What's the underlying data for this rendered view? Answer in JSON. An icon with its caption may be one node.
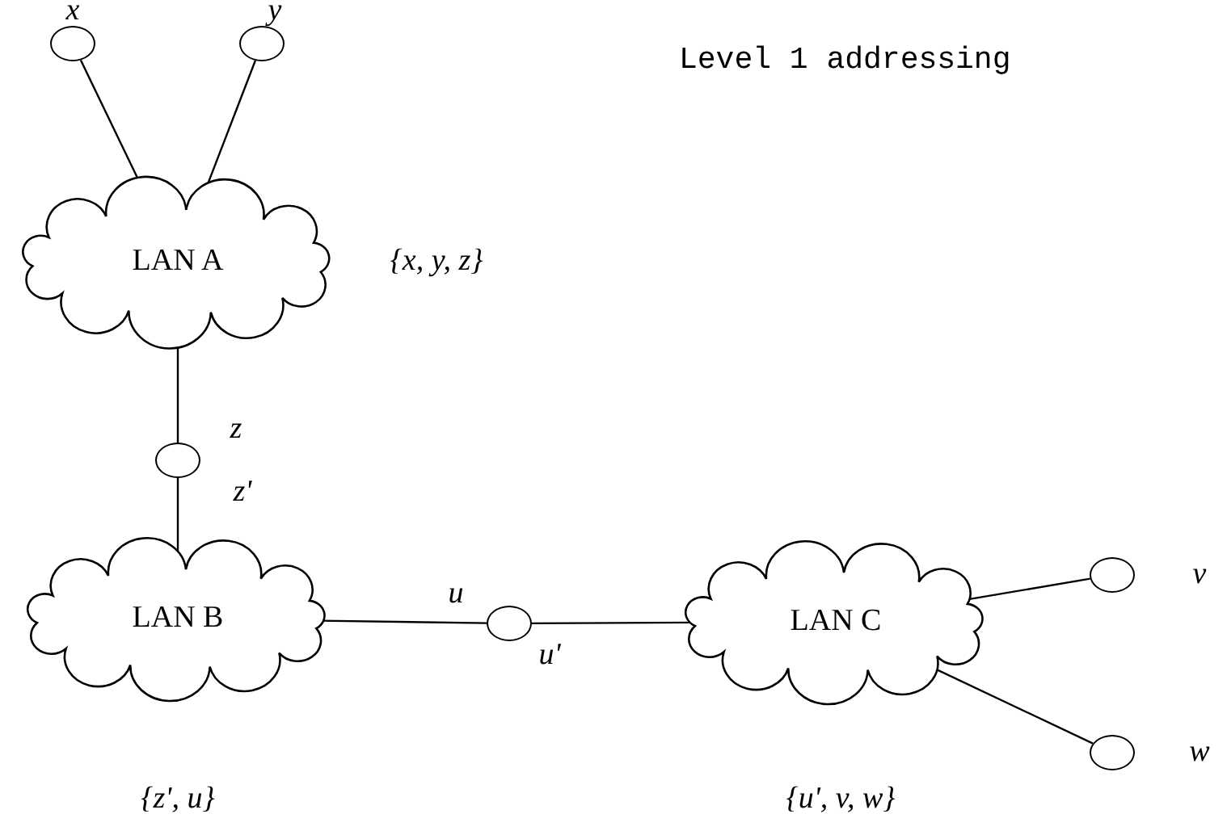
{
  "diagram": {
    "nodes": [
      {
        "text": [],
        "shape": "circle",
        "beside": [
          "x"
        ]
      },
      {
        "text": [],
        "shape": "circle",
        "beside": [
          "y"
        ]
      },
      {
        "text": [
          "LAN A"
        ],
        "beside": [
          "{x, y, z}"
        ]
      },
      {
        "text": [],
        "shape": "circle",
        "beside": [
          "z",
          "z'"
        ]
      },
      {
        "text": [
          "LAN B"
        ],
        "beside": [
          "{z', u}"
        ]
      },
      {
        "text": [],
        "shape": "circle",
        "beside": [
          "u",
          "u'"
        ]
      },
      {
        "text": [
          "LAN C"
        ],
        "beside": [
          "{u', v, w}"
        ]
      },
      {
        "text": [],
        "shape": "circle",
        "beside": [
          "v"
        ]
      },
      {
        "text": [],
        "shape": "circle",
        "beside": [
          "w"
        ]
      }
    ],
    "edges": [
      {
        "from": 0,
        "to": 2,
        "arrow": "none"
      },
      {
        "from": 1,
        "to": 2,
        "arrow": "none"
      },
      {
        "from": 2,
        "to": 3,
        "arrow": "none"
      },
      {
        "from": 3,
        "to": 4,
        "arrow": "none"
      },
      {
        "from": 4,
        "to": 5,
        "arrow": "none"
      },
      {
        "from": 5,
        "to": 6,
        "arrow": "none"
      },
      {
        "from": 6,
        "to": 7,
        "arrow": "none"
      },
      {
        "from": 6,
        "to": 8,
        "arrow": "none"
      }
    ],
    "labels": [
      "Level 1 addressing"
    ]
  }
}
